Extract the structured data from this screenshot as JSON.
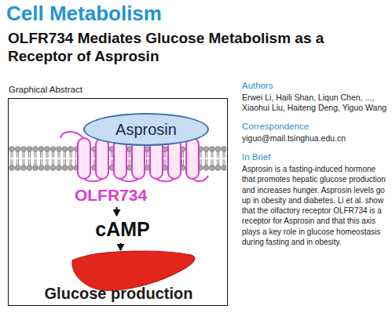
{
  "diagram": {
    "title": "OLFR734 Mediates Glucose Metabolism as a Receptor of Asprosin",
    "nodes": [
      {
        "text": [
          "Graphical Abstract"
        ]
      },
      {
        "text": [
          "Asprosin"
        ],
        "in": 0
      },
      {
        "text": [
          "OLFR734"
        ],
        "in": 0
      },
      {
        "text": [
          "cAMP"
        ],
        "in": 0
      },
      {
        "text": [
          "Glucose production"
        ],
        "in": 0
      }
    ],
    "edges": [
      {
        "from": 2,
        "to": 3,
        "arrow": "to"
      },
      {
        "from": 3,
        "to": 4,
        "arrow": "to"
      }
    ],
    "labels": [
      "Cell Metabolism",
      "Authors",
      "Erwei Li, Haili Shan, Liqun Chen, ..., Xiaohui Liu, Haiteng Deng, Yiguo Wang",
      "Correspondence",
      "yiguo@mail.tsinghua.edu.cn",
      "In Brief",
      "Asprosin is a fasting-induced hormone that promotes hepatic glucose production and increases hunger. Asprosin levels go up in obesity and diabetes. Li et al. show that the olfactory receptor OLFR734 is a receptor for Asprosin and that this axis plays a key role in glucose homeostasis during fasting and in obesity."
    ]
  }
}
